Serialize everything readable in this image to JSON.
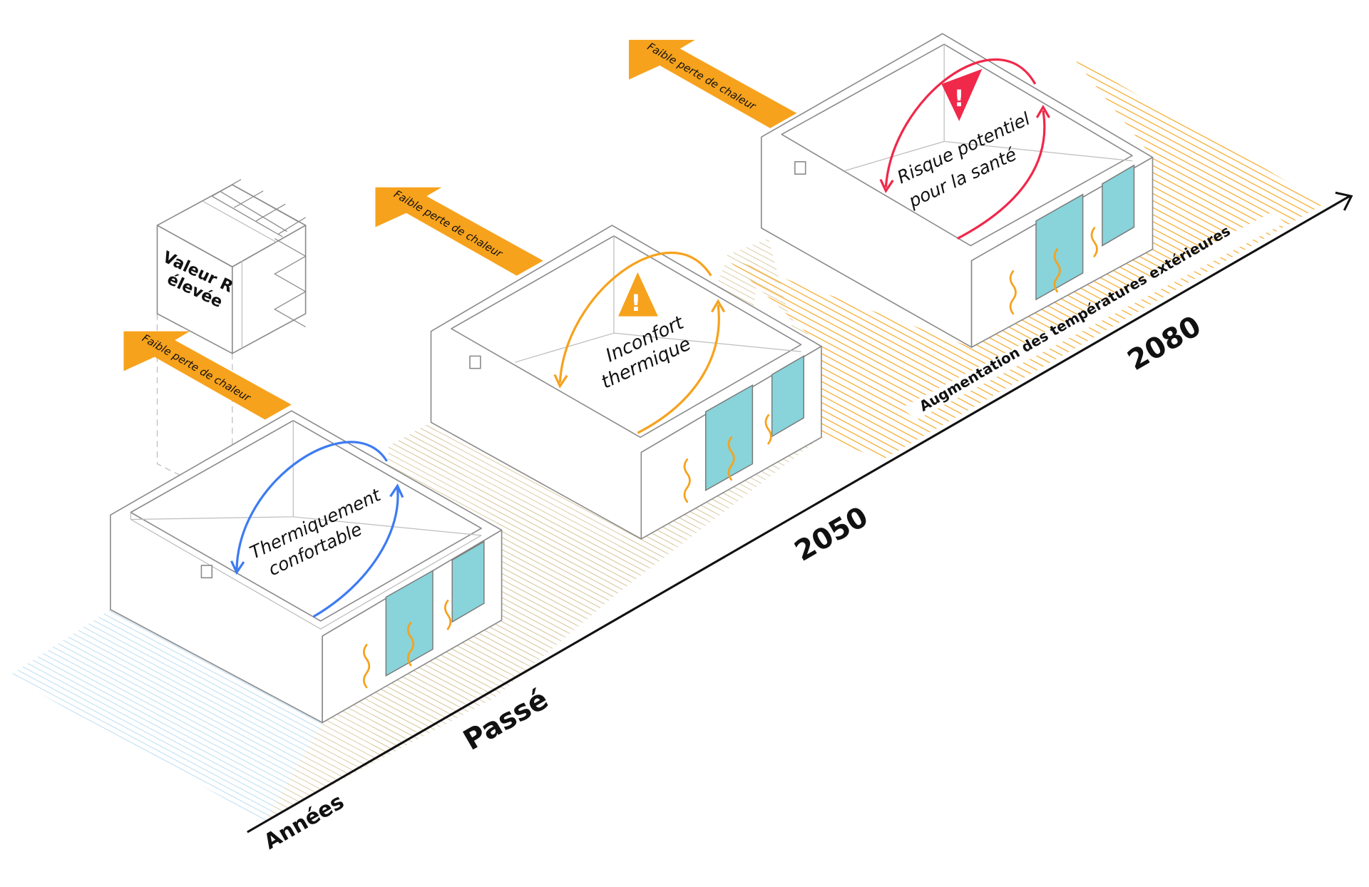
{
  "axis": {
    "label": "Années",
    "ticks": [
      "Passé",
      "2050",
      "2080"
    ],
    "trend_label": "Augmentation des températures extérieures"
  },
  "insulation_cube": {
    "label_line1": "Valeur R",
    "label_line2": "élevée"
  },
  "rooms": [
    {
      "period": "Passé",
      "heat_loss_label": "Faible perte de chaleur",
      "state_line1": "Thermiquement",
      "state_line2": "confortable",
      "color": "#3d7bf2",
      "warning": "none"
    },
    {
      "period": "2050",
      "heat_loss_label": "Faible perte de chaleur",
      "state_line1": "Inconfort",
      "state_line2": "thermique",
      "color": "#f6a21d",
      "warning": "!"
    },
    {
      "period": "2080",
      "heat_loss_label": "Faible perte de chaleur",
      "state_line1": "Risque potentiel",
      "state_line2": "pour la santé",
      "color": "#f0284a",
      "warning": "!"
    }
  ],
  "colors": {
    "heat_arrow": "#f6a21d",
    "window": "#88d4da",
    "ground_past": "#a9d6f0",
    "ground_2050": "#d9c9a0",
    "ground_2080": "#f6a21d"
  }
}
